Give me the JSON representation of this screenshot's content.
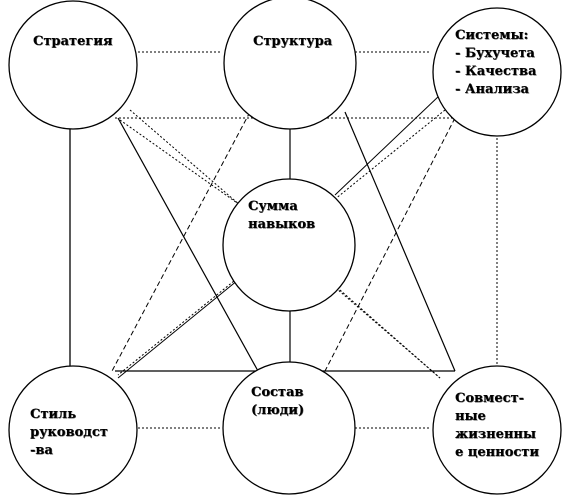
{
  "nodes": {
    "strategy": {
      "label": "Стратегия"
    },
    "structure": {
      "label": "Структура"
    },
    "systems": {
      "label": "Системы:\n- Бухучета\n- Качества\n- Анализа"
    },
    "skills": {
      "label": "Сумма\nнавыков"
    },
    "style": {
      "label": "Стиль\nруководст\n-ва"
    },
    "staff": {
      "label": "Состав\n(люди)"
    },
    "values": {
      "label": "Совмест-\nные\nжизненны\nе ценности"
    }
  },
  "colors": {
    "line": "#000000",
    "circle_stroke": "#000000",
    "background": "#ffffff"
  }
}
